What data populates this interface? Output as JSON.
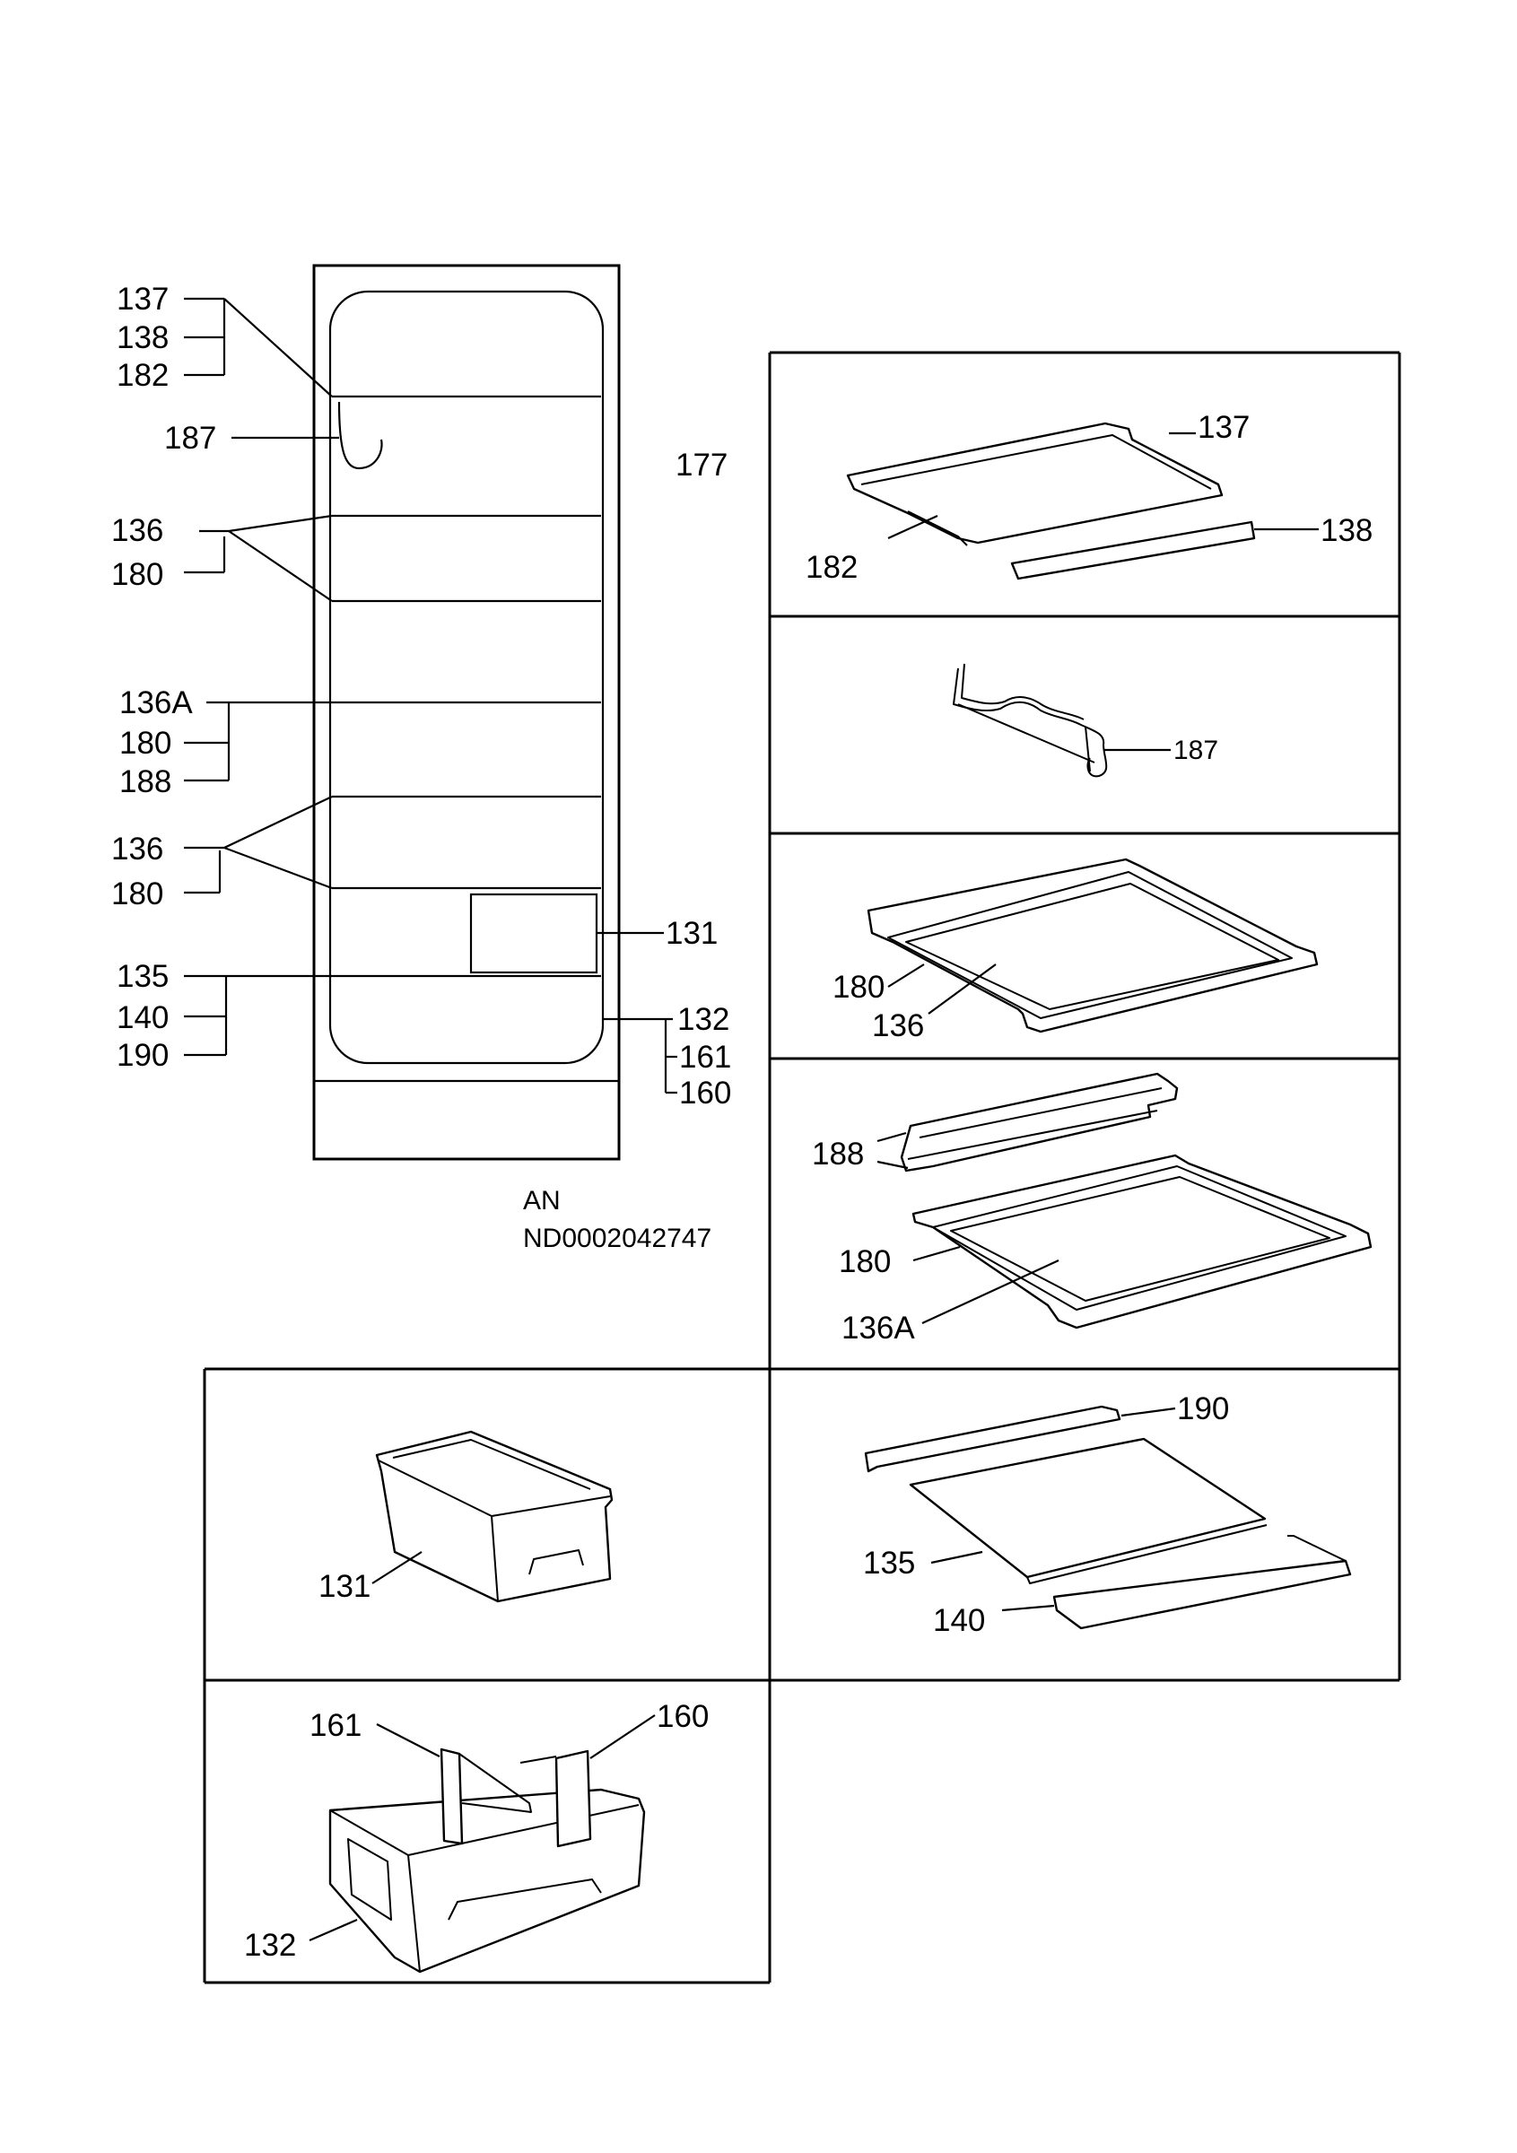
{
  "overview": {
    "labels": {
      "l137": "137",
      "l138": "138",
      "l182": "182",
      "l187": "187",
      "l136a": "136",
      "l180a": "180",
      "l136A": "136A",
      "l180b": "180",
      "l188": "188",
      "l136b": "136",
      "l180c": "180",
      "l135": "135",
      "l140": "140",
      "l190": "190",
      "l131": "131",
      "l132": "132",
      "l161": "161",
      "l160": "160"
    },
    "code": "177",
    "drawing_id_line1": "AN",
    "drawing_id_line2": "ND0002042747"
  },
  "panels": {
    "shelf_137": {
      "l137": "137",
      "l182": "182",
      "l138": "138"
    },
    "bottle_rack": {
      "l187": "187"
    },
    "shelf_136": {
      "l180": "180",
      "l136": "136"
    },
    "shelf_136A": {
      "l188": "188",
      "l180": "180",
      "l136A": "136A"
    },
    "crisper_cover": {
      "l190": "190",
      "l135": "135",
      "l140": "140"
    },
    "drawer_131": {
      "l131": "131"
    },
    "drawer_132": {
      "l161": "161",
      "l160": "160",
      "l132": "132"
    }
  }
}
